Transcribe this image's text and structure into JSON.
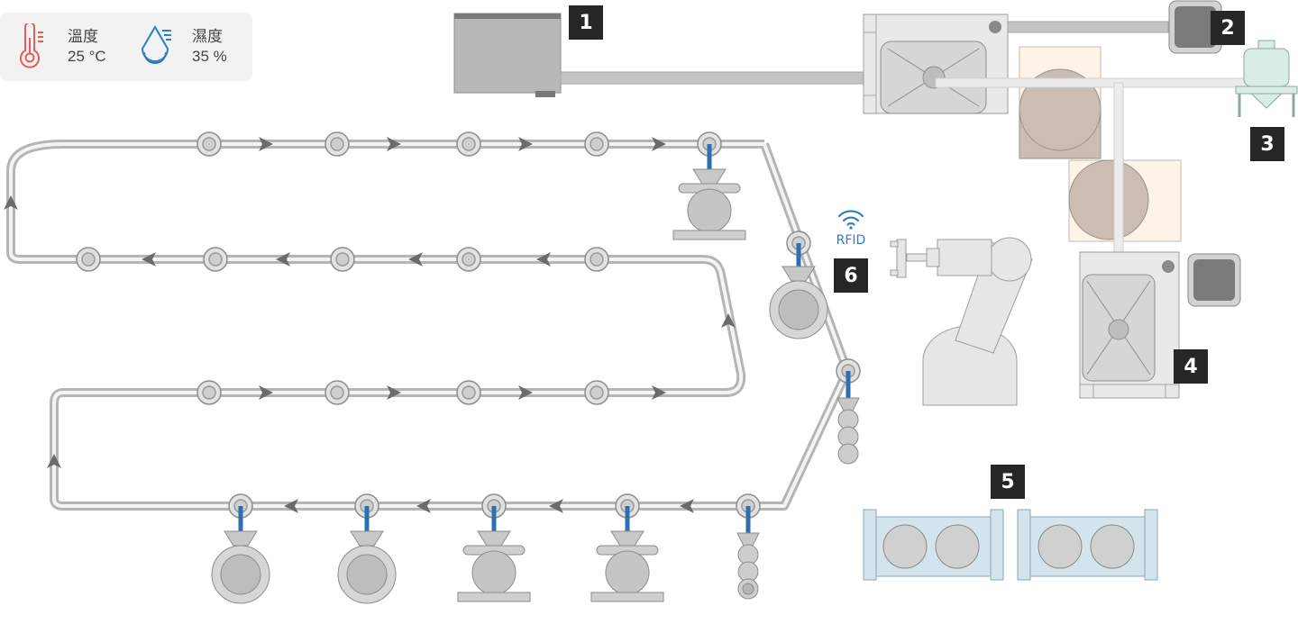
{
  "sensors": {
    "temperature": {
      "label": "溫度",
      "value": "25 °C",
      "icon": "thermometer-icon",
      "color": "#e45b5b"
    },
    "humidity": {
      "label": "濕度",
      "value": "35 %",
      "icon": "water-drop-icon",
      "color": "#2f7dc3"
    }
  },
  "rfid": {
    "label": "RFID",
    "icon": "wifi-signal-icon",
    "color": "#2f7dc3"
  },
  "stations": [
    {
      "number": "1",
      "name": "station-1"
    },
    {
      "number": "2",
      "name": "station-2"
    },
    {
      "number": "3",
      "name": "station-3"
    },
    {
      "number": "4",
      "name": "station-4"
    },
    {
      "number": "5",
      "name": "station-5"
    },
    {
      "number": "6",
      "name": "station-6"
    }
  ],
  "colors": {
    "track": "#b5b5b5",
    "equipment": "#cfcfcf",
    "equipment_dark": "#7a7a7a",
    "rod": "#2f6fae",
    "badge": "#262626",
    "tank": "#d8ede3",
    "roller": "#d3e4ec",
    "material": "#cbbdb3",
    "material_panel": "#fdf3e7"
  }
}
